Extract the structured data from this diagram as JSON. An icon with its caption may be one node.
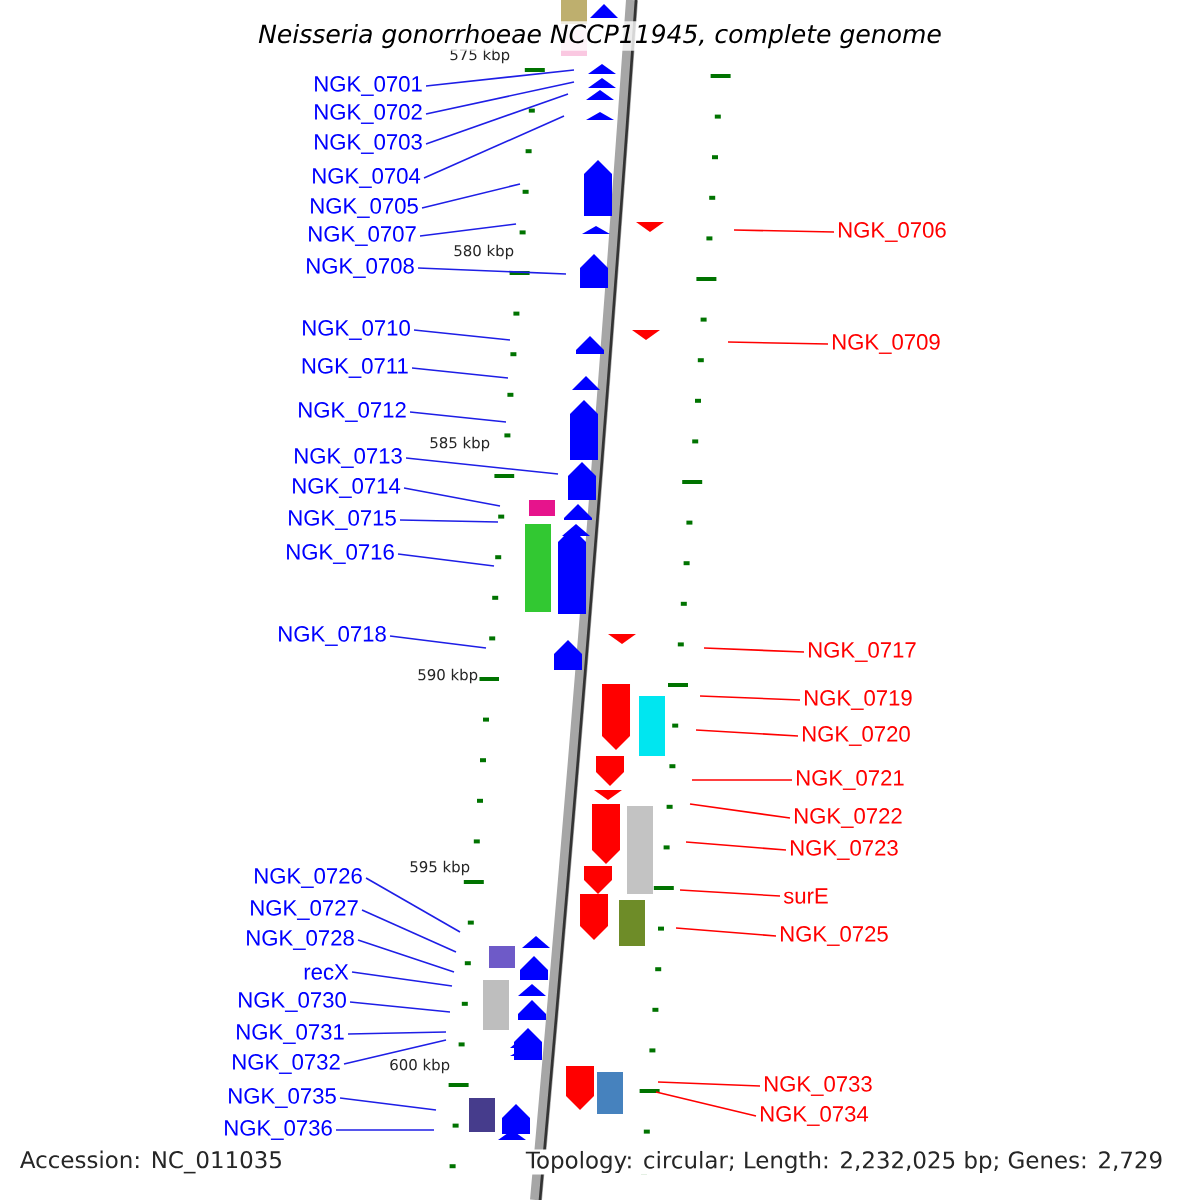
{
  "diagram": {
    "title": "Neisseria gonorrhoeae NCCP11945, complete genome",
    "nodes": [
      {
        "text": [
          "NGK_0701"
        ]
      },
      {
        "text": [
          "NGK_0702"
        ]
      },
      {
        "text": [
          "NGK_0703"
        ]
      },
      {
        "text": [
          "NGK_0704"
        ]
      },
      {
        "text": [
          "NGK_0705"
        ]
      },
      {
        "text": [
          "NGK_0707"
        ]
      },
      {
        "text": [
          "NGK_0708"
        ]
      },
      {
        "text": [
          "NGK_0710"
        ]
      },
      {
        "text": [
          "NGK_0711"
        ]
      },
      {
        "text": [
          "NGK_0712"
        ]
      },
      {
        "text": [
          "NGK_0713"
        ]
      },
      {
        "text": [
          "NGK_0714"
        ]
      },
      {
        "text": [
          "NGK_0715"
        ]
      },
      {
        "text": [
          "NGK_0716"
        ]
      },
      {
        "text": [
          "NGK_0718"
        ]
      },
      {
        "text": [
          "NGK_0726"
        ]
      },
      {
        "text": [
          "NGK_0727"
        ]
      },
      {
        "text": [
          "NGK_0728"
        ]
      },
      {
        "text": [
          "recX"
        ]
      },
      {
        "text": [
          "NGK_0730"
        ]
      },
      {
        "text": [
          "NGK_0731"
        ]
      },
      {
        "text": [
          "NGK_0732"
        ]
      },
      {
        "text": [
          "NGK_0735"
        ]
      },
      {
        "text": [
          "NGK_0736"
        ]
      },
      {
        "text": [
          "NGK_0706"
        ]
      },
      {
        "text": [
          "NGK_0709"
        ]
      },
      {
        "text": [
          "NGK_0717"
        ]
      },
      {
        "text": [
          "NGK_0719"
        ]
      },
      {
        "text": [
          "NGK_0720"
        ]
      },
      {
        "text": [
          "NGK_0721"
        ]
      },
      {
        "text": [
          "NGK_0722"
        ]
      },
      {
        "text": [
          "NGK_0723"
        ]
      },
      {
        "text": [
          "surE"
        ]
      },
      {
        "text": [
          "NGK_0725"
        ]
      },
      {
        "text": [
          "NGK_0733"
        ]
      },
      {
        "text": [
          "NGK_0734"
        ]
      }
    ],
    "edges": [
      {
        "from": 0,
        "to": null,
        "arrow": "none"
      },
      {
        "from": 1,
        "to": null,
        "arrow": "none"
      },
      {
        "from": 2,
        "to": null,
        "arrow": "none"
      },
      {
        "from": 3,
        "to": null,
        "arrow": "none"
      },
      {
        "from": 4,
        "to": null,
        "arrow": "none"
      },
      {
        "from": 5,
        "to": null,
        "arrow": "none"
      },
      {
        "from": 6,
        "to": null,
        "arrow": "none"
      },
      {
        "from": 7,
        "to": null,
        "arrow": "none"
      },
      {
        "from": 8,
        "to": null,
        "arrow": "none"
      },
      {
        "from": 9,
        "to": null,
        "arrow": "none"
      },
      {
        "from": 10,
        "to": null,
        "arrow": "none"
      },
      {
        "from": 11,
        "to": null,
        "arrow": "none"
      },
      {
        "from": 12,
        "to": null,
        "arrow": "none"
      },
      {
        "from": 13,
        "to": null,
        "arrow": "none"
      },
      {
        "from": 14,
        "to": null,
        "arrow": "none"
      },
      {
        "from": 15,
        "to": null,
        "arrow": "none"
      },
      {
        "from": 16,
        "to": null,
        "arrow": "none"
      },
      {
        "from": 17,
        "to": null,
        "arrow": "none"
      },
      {
        "from": 18,
        "to": null,
        "arrow": "none"
      },
      {
        "from": 19,
        "to": null,
        "arrow": "none"
      },
      {
        "from": 20,
        "to": null,
        "arrow": "none"
      },
      {
        "from": 21,
        "to": null,
        "arrow": "none"
      },
      {
        "from": 22,
        "to": null,
        "arrow": "none"
      },
      {
        "from": 23,
        "to": null,
        "arrow": "none"
      },
      {
        "from": 24,
        "to": null,
        "arrow": "none",
        "color": "#ff0000"
      },
      {
        "from": 25,
        "to": null,
        "arrow": "none",
        "color": "#ff0000"
      },
      {
        "from": 26,
        "to": null,
        "arrow": "none",
        "color": "#ff0000"
      },
      {
        "from": 27,
        "to": null,
        "arrow": "none",
        "color": "#ff0000"
      },
      {
        "from": 28,
        "to": null,
        "arrow": "none",
        "color": "#ff0000"
      },
      {
        "from": 29,
        "to": null,
        "arrow": "none",
        "color": "#ff0000"
      },
      {
        "from": 30,
        "to": null,
        "arrow": "none",
        "color": "#ff0000"
      },
      {
        "from": 31,
        "to": null,
        "arrow": "none",
        "color": "#ff0000"
      },
      {
        "from": 32,
        "to": null,
        "arrow": "none",
        "color": "#ff0000"
      },
      {
        "from": 33,
        "to": null,
        "arrow": "none",
        "color": "#ff0000"
      },
      {
        "from": 34,
        "to": null,
        "arrow": "none",
        "color": "#ff0000"
      },
      {
        "from": 35,
        "to": null,
        "arrow": "none",
        "color": "#ff0000"
      }
    ],
    "labels": [
      "575 kbp",
      "580 kbp",
      "585 kbp",
      "590 kbp",
      "595 kbp",
      "600 kbp",
      "Accession: NC_011035",
      "Topology: circular; Length: 2,232,025 bp; Genes: 2,729"
    ]
  }
}
